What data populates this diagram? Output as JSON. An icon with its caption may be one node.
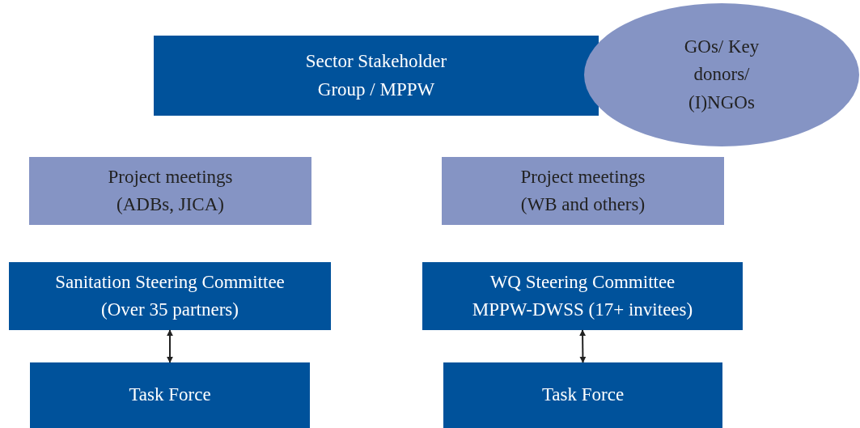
{
  "diagram": {
    "nodes": [
      {
        "text": [
          "Sector Stakeholder Group / MPPW"
        ]
      },
      {
        "text": [
          "GOs/ Key donors/ (I)NGOs"
        ]
      },
      {
        "text": [
          "Project meetings (ADBs, JICA)"
        ]
      },
      {
        "text": [
          "Project meetings (WB and others)"
        ]
      },
      {
        "text": [
          "Sanitation Steering Committee (Over 35 partners)"
        ]
      },
      {
        "text": [
          "WQ Steering Committee MPPW-DWSS (17+ invitees)"
        ]
      },
      {
        "text": [
          "Task Force"
        ]
      },
      {
        "text": [
          "Task Force"
        ]
      }
    ],
    "edges": [
      {
        "from": 4,
        "to": 6,
        "arrow": "both"
      },
      {
        "from": 5,
        "to": 7,
        "arrow": "both"
      }
    ]
  }
}
